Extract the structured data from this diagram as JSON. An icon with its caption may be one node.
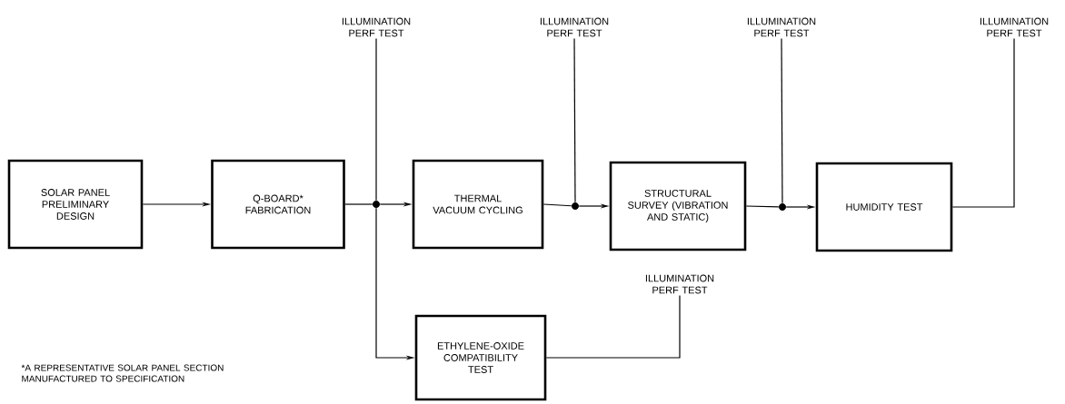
{
  "diagram": {
    "nodes": [
      {
        "text": [
          "SOLAR PANEL PRELIMINARY DESIGN"
        ]
      },
      {
        "text": [
          "Q-BOARD* FABRICATION"
        ]
      },
      {
        "text": [
          "THERMAL VACUUM CYCLING"
        ]
      },
      {
        "text": [
          "STRUCTURAL SURVEY (VIBRATION AND STATIC)"
        ]
      },
      {
        "text": [
          "HUMIDITY TEST"
        ]
      },
      {
        "text": [
          "ETHYLENE-OXIDE COMPATIBILITY TEST"
        ]
      },
      {
        "text": [],
        "shape": "circle"
      },
      {
        "text": [],
        "shape": "circle"
      },
      {
        "text": [],
        "shape": "circle"
      },
      {
        "text": [
          "ILLUMINATION PERF TEST"
        ]
      },
      {
        "text": [
          "ILLUMINATION PERF TEST"
        ]
      },
      {
        "text": [
          "ILLUMINATION PERF TEST"
        ]
      },
      {
        "text": [
          "ILLUMINATION PERF TEST"
        ]
      },
      {
        "text": [
          "ILLUMINATION PERF TEST"
        ]
      }
    ],
    "edges": [
      {
        "from": 0,
        "to": 1,
        "arrow": "to"
      },
      {
        "from": 1,
        "to": 6,
        "arrow": "none"
      },
      {
        "from": 6,
        "to": 2,
        "arrow": "to"
      },
      {
        "from": 6,
        "to": 5,
        "arrow": "to"
      },
      {
        "from": 9,
        "to": 6,
        "arrow": "none"
      },
      {
        "from": 2,
        "to": 7,
        "arrow": "none"
      },
      {
        "from": 7,
        "to": 3,
        "arrow": "to"
      },
      {
        "from": 10,
        "to": 7,
        "arrow": "none"
      },
      {
        "from": 3,
        "to": 8,
        "arrow": "none"
      },
      {
        "from": 8,
        "to": 4,
        "arrow": "to"
      },
      {
        "from": 11,
        "to": 8,
        "arrow": "none"
      },
      {
        "from": 4,
        "to": 12,
        "arrow": "none"
      },
      {
        "from": 5,
        "to": 13,
        "arrow": "none"
      }
    ],
    "labels": [
      "*A REPRESENTATIVE SOLAR PANEL SECTION MANUFACTURED TO SPECIFICATION"
    ]
  }
}
